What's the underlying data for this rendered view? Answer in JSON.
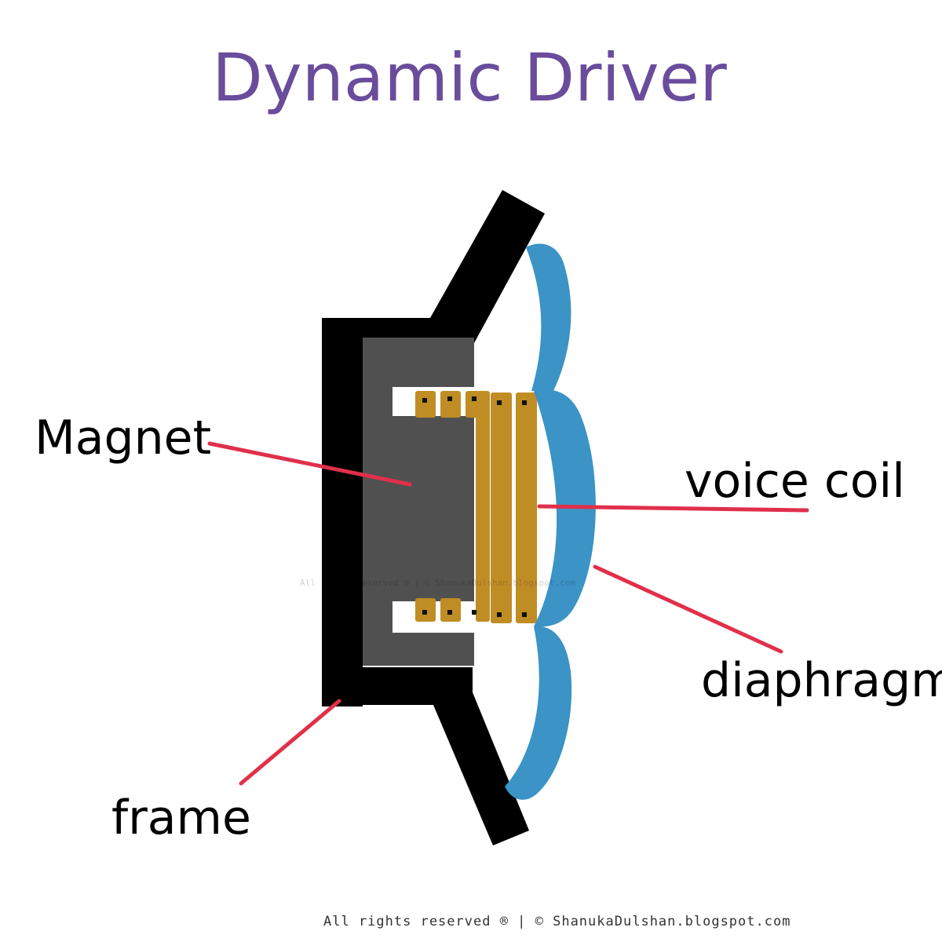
{
  "title": "Dynamic Driver",
  "labels": {
    "magnet": "Magnet",
    "voice_coil": "voice coil",
    "diaphragm": "diaphragm",
    "frame": "frame"
  },
  "footer": "All rights reserved ® | © ShanukaDulshan.blogspot.com",
  "watermark": "All rights reserved ® | © ShanukaDulshan.blogspot.com",
  "colors": {
    "title": "#6a4c9c",
    "frame": "#000000",
    "magnet": "#505050",
    "voice_coil": "#c08d25",
    "diaphragm": "#3b93c6",
    "pointer": "#e0304a",
    "text": "#000000"
  }
}
